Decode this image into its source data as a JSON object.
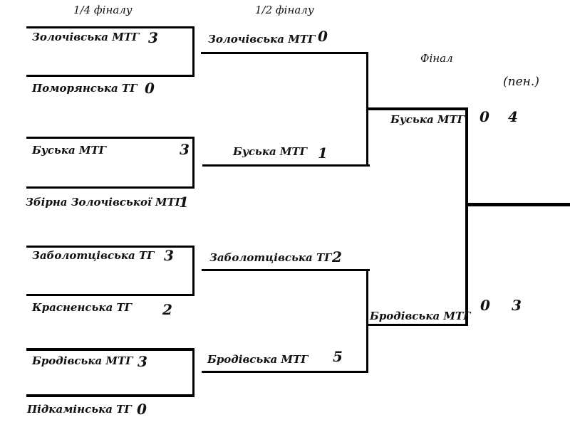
{
  "headers": {
    "quarterfinal": "1/4 фіналу",
    "semifinal": "1/2 фіналу",
    "final": "Фінал",
    "penalties": "(пен.)"
  },
  "quarterfinals": [
    {
      "team": "Золочівська МТГ",
      "score": "3"
    },
    {
      "team": "Поморянська ТГ",
      "score": "0"
    },
    {
      "team": "Буська МТГ",
      "score": "3"
    },
    {
      "team": "Збірна Золочівської МТГ",
      "score": "1"
    },
    {
      "team": "Заболотцівська ТГ",
      "score": "3"
    },
    {
      "team": "Красненська ТГ",
      "score": "2"
    },
    {
      "team": "Бродівська МТГ",
      "score": "3"
    },
    {
      "team": "Підкамінська ТГ",
      "score": "0"
    }
  ],
  "semifinals": [
    {
      "team": "Золочівська МТГ",
      "score": "0"
    },
    {
      "team": "Буська МТГ",
      "score": "1"
    },
    {
      "team": "Заболотцівська ТГ",
      "score": "2"
    },
    {
      "team": "Бродівська МТГ",
      "score": "5"
    }
  ],
  "final": [
    {
      "team": "Буська МТГ",
      "score": "0",
      "penalties": "4"
    },
    {
      "team": "Бродівська МТГ",
      "score": "0",
      "penalties": "3"
    }
  ]
}
